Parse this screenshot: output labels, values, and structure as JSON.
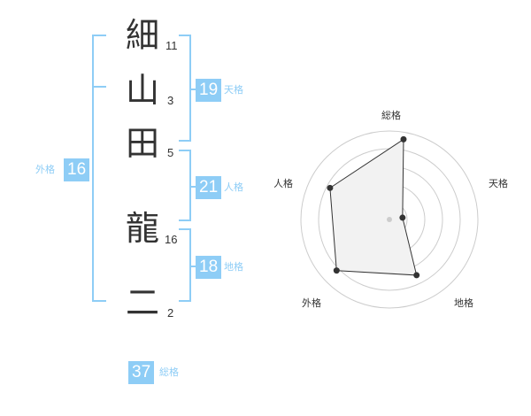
{
  "name_chars": [
    {
      "char": "細",
      "strokes": "11"
    },
    {
      "char": "山",
      "strokes": "3"
    },
    {
      "char": "田",
      "strokes": "5"
    },
    {
      "char": "龍",
      "strokes": "16"
    },
    {
      "char": "二",
      "strokes": "2"
    }
  ],
  "kaku": {
    "tenkaku": {
      "value": "19",
      "label": "天格"
    },
    "jinkaku": {
      "value": "21",
      "label": "人格"
    },
    "chikaku": {
      "value": "18",
      "label": "地格"
    },
    "gaikaku": {
      "value": "16",
      "label": "外格"
    },
    "soukaku": {
      "value": "37",
      "label": "総格"
    }
  },
  "colors": {
    "accent": "#8ecdf6",
    "text": "#333333",
    "radar_fill": "#f2f2f2",
    "grid": "#cccccc"
  },
  "chart_data": {
    "type": "radar",
    "axes": [
      "総格",
      "天格",
      "地格",
      "外格",
      "人格"
    ],
    "values": [
      0.92,
      0.15,
      0.7,
      0.83,
      0.76
    ],
    "max": 1,
    "rings": 5
  }
}
